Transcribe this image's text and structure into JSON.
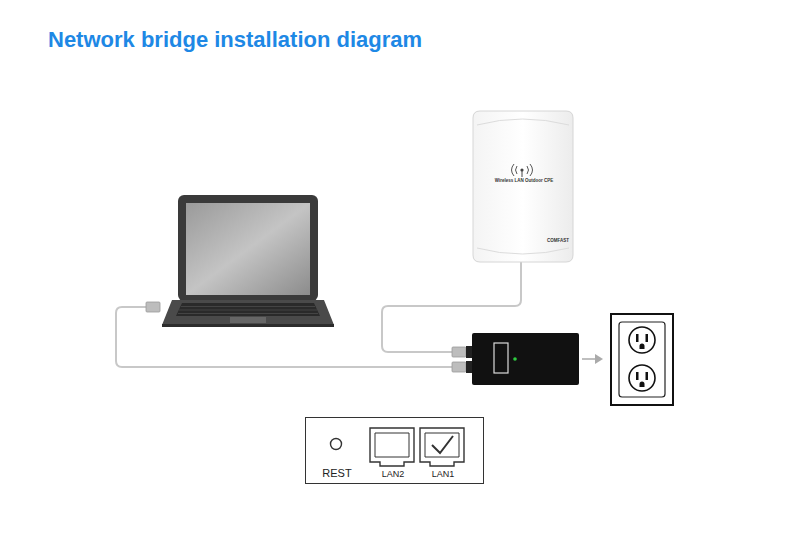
{
  "diagram": {
    "title": "Network bridge installation diagram",
    "nodes": [
      {
        "text": [
          "Wireless LAN Outdoor CPE",
          "COMFAST"
        ]
      },
      {
        "text": [
          "REST",
          "LAN2",
          "LAN1"
        ]
      }
    ]
  }
}
